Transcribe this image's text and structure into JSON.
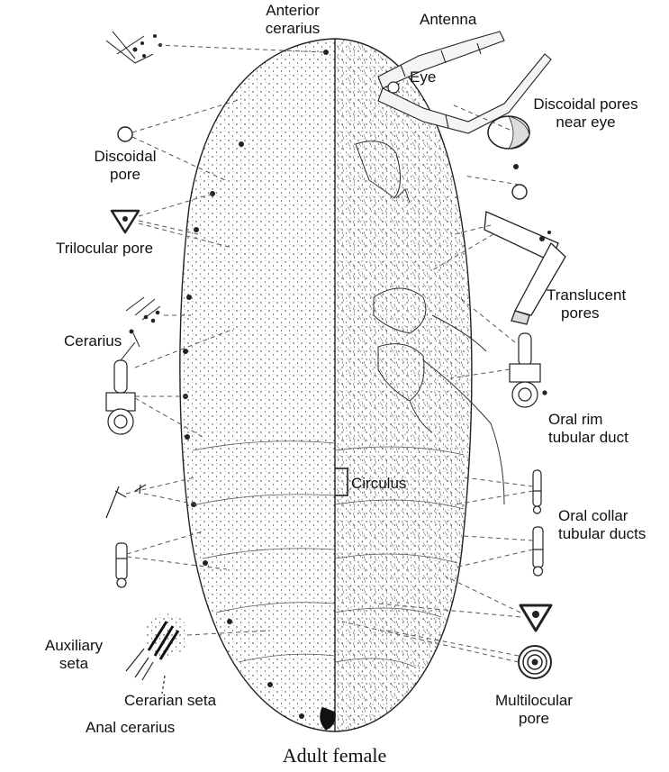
{
  "caption": "Adult female",
  "labels": {
    "anterior_cerarius_line1": "Anterior",
    "anterior_cerarius_line2": "cerarius",
    "antenna": "Antenna",
    "eye": "Eye",
    "discoidal_pores_near_eye_line1": "Discoidal pores",
    "discoidal_pores_near_eye_line2": "near eye",
    "discoidal_pore_line1": "Discoidal",
    "discoidal_pore_line2": "pore",
    "trilocular_pore": "Trilocular pore",
    "cerarius": "Cerarius",
    "translucent_pores_line1": "Translucent",
    "translucent_pores_line2": "pores",
    "oral_rim_tubular_duct_line1": "Oral rim",
    "oral_rim_tubular_duct_line2": "tubular duct",
    "circulus": "Circulus",
    "oral_collar_tubular_ducts_line1": "Oral collar",
    "oral_collar_tubular_ducts_line2": "tubular ducts",
    "auxiliary_seta_line1": "Auxiliary",
    "auxiliary_seta_line2": "seta",
    "cerarian_seta": "Cerarian seta",
    "anal_cerarius": "Anal cerarius",
    "multilocular_pore_line1": "Multilocular",
    "multilocular_pore_line2": "pore"
  }
}
